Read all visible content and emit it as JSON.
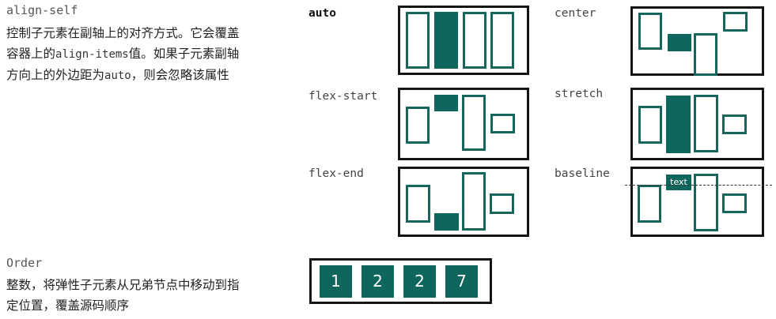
{
  "align_self": {
    "title": "align-self",
    "description": [
      "控制子元素在副轴上的对齐方式。它会覆盖",
      "容器上的",
      "align-items",
      "值。如果子元素副轴",
      "方向上的外边距为",
      "auto",
      "，则会忽略该属性"
    ],
    "line1": "控制子元素在副轴上的对齐方式。它会覆盖",
    "line2_a": "容器上的",
    "line2_code": "align-items",
    "line2_b": "值。如果子元素副轴",
    "line3_a": "方向上的外边距为",
    "line3_code": "auto",
    "line3_b": "，则会忽略该属性",
    "labels": {
      "auto": "auto",
      "center": "center",
      "flex_start": "flex-start",
      "stretch": "stretch",
      "flex_end": "flex-end",
      "baseline": "baseline"
    },
    "baseline_chip_text": "text",
    "colors": {
      "accent": "#0f665c",
      "border": "#151515"
    }
  },
  "order": {
    "title": "Order",
    "line1": "整数，将弹性子元素从兄弟节点中移动到指",
    "line2": "定位置，覆盖源码顺序",
    "values": [
      "1",
      "2",
      "2",
      "7"
    ]
  }
}
